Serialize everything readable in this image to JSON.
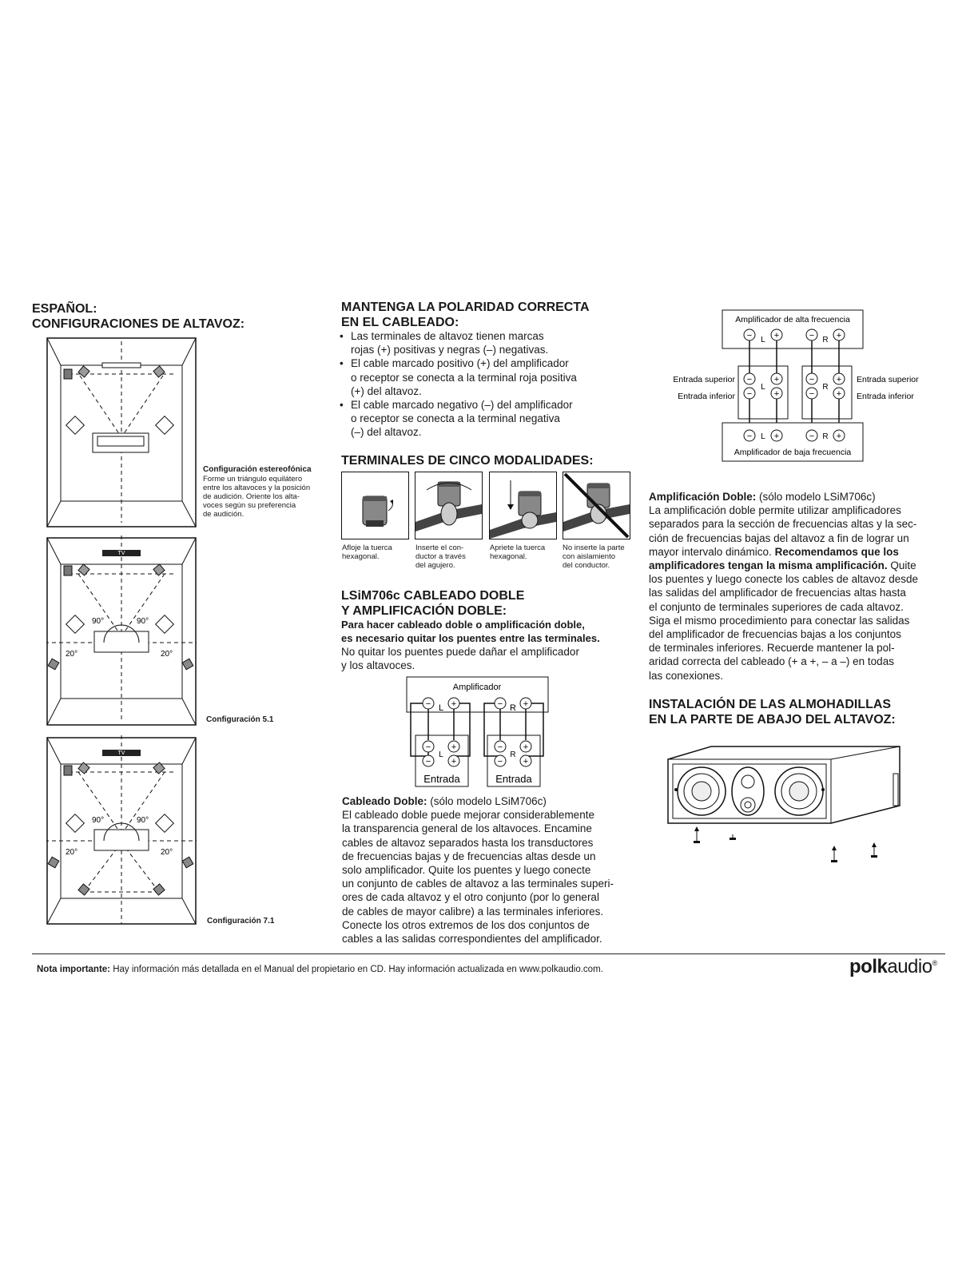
{
  "left": {
    "lang_heading": "ESPAÑOL:",
    "config_heading": "CONFIGURACIONES DE ALTAVOZ:",
    "stereo": {
      "title": "Configuración estereofónica",
      "lines": [
        "Forme un triángulo equilátero",
        "entre los altavoces y la posición",
        "de audición. Oriente los alta-",
        "voces según su preferencia",
        "de audición."
      ]
    },
    "config51": "Configuración 5.1",
    "config71": "Configuración 7.1",
    "angle_90": "90°",
    "angle_20": "20°",
    "tv_label": "TV"
  },
  "middle": {
    "polarity_heading": [
      "MANTENGA LA POLARIDAD CORRECTA",
      "EN EL CABLEADO:"
    ],
    "polarity_bullets": [
      [
        "Las terminales de altavoz tienen marcas",
        "rojas (+) positivas y negras (–) negativas."
      ],
      [
        "El cable marcado positivo (+) del amplificador",
        "o receptor se conecta a la terminal roja positiva",
        "(+) del altavoz."
      ],
      [
        "El cable marcado negativo (–) del amplificador",
        "o receptor se conecta a la terminal negativa",
        "(–) del altavoz."
      ]
    ],
    "terminals_heading": "TERMINALES DE CINCO MODALIDADES:",
    "steps": [
      [
        "Afloje la tuerca",
        "hexagonal."
      ],
      [
        "Inserte el con-",
        "ductor a través",
        "del agujero."
      ],
      [
        "Apriete la tuerca",
        "hexagonal."
      ],
      [
        "No inserte la parte",
        "con aislamiento",
        "del conductor."
      ]
    ],
    "biwire_heading": [
      "LSiM706c CABLEADO DOBLE",
      "Y AMPLIFICACIÓN DOBLE:"
    ],
    "biwire_warning": [
      "Para hacer cableado doble o amplificación doble,",
      "es necesario quitar los puentes entre las terminales."
    ],
    "biwire_note": [
      "No quitar los puentes puede dañar el amplificador",
      "y los altavoces."
    ],
    "amp_label": "Amplificador",
    "input_label": "Entrada",
    "L": "L",
    "R": "R",
    "cableado_title": "Cableado Doble:",
    "cableado_model": " (sólo modelo LSiM706c)",
    "cableado_lines": [
      "El cableado doble puede mejorar considerablemente",
      "la transparencia general de los altavoces. Encamine",
      "cables de altavoz separados hasta los transductores",
      "de frecuencias bajas y de frecuencias altas desde un",
      "solo amplificador. Quite los puentes y luego conecte",
      "un conjunto de cables de altavoz a las terminales superi-",
      "ores de cada altavoz y el otro conjunto (por lo general",
      "de cables de mayor calibre) a las terminales inferiores.",
      "Conecte los otros extremos de los dos conjuntos de",
      "cables a las salidas correspondientes del amplificador."
    ]
  },
  "right": {
    "high_amp": "Amplificador de alta frecuencia",
    "low_amp": "Amplificador de baja frecuencia",
    "upper_input": "Entrada superior",
    "lower_input": "Entrada inferior",
    "biamp_title": "Amplificación Doble:",
    "biamp_model": " (sólo modelo LSiM706c)",
    "biamp_lines_a": [
      "La amplificación doble permite utilizar amplificadores",
      "separados para la sección de frecuencias altas y la sec-",
      "ción de frecuencias bajas del altavoz a fin de lograr un"
    ],
    "biamp_line_b_normal": "mayor intervalo dinámico. ",
    "biamp_line_b_bold": "Recomendamos que los",
    "biamp_line_c_bold": "amplificadores tengan la misma amplificación.",
    "biamp_line_c_normal": " Quite",
    "biamp_lines_d": [
      "los puentes y luego conecte los cables de altavoz desde",
      "las salidas del amplificador de frecuencias altas hasta",
      "el conjunto de terminales superiores de cada altavoz.",
      "Siga el mismo procedimiento para conectar las salidas",
      "del amplificador de frecuencias bajas a los conjuntos",
      "de terminales inferiores. Recuerde mantener la pol-",
      "aridad correcta del cableado (+ a +, – a –) en todas",
      "las conexiones."
    ],
    "pads_heading": [
      "INSTALACIÓN DE LAS ALMOHADILLAS",
      "EN LA PARTE DE ABAJO DEL ALTAVOZ:"
    ]
  },
  "footer": {
    "note_label": "Nota importante:",
    "note_text": " Hay información más detallada en el Manual del propietario en CD. Hay información actualizada en www.polkaudio.com.",
    "brand_bold": "polk",
    "brand_light": "audio",
    "brand_mark": "®"
  }
}
